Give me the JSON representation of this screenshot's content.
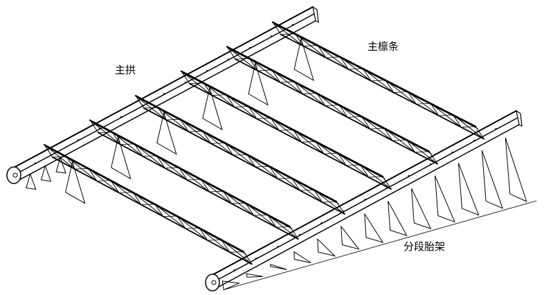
{
  "labels": {
    "main_arch": "主拱",
    "main_purlin": "主檩条",
    "segment_frame": "分段胎架"
  },
  "colors": {
    "line": "#000000",
    "background": "#ffffff"
  },
  "structure": {
    "truss_count": 6,
    "support_count": 13
  }
}
